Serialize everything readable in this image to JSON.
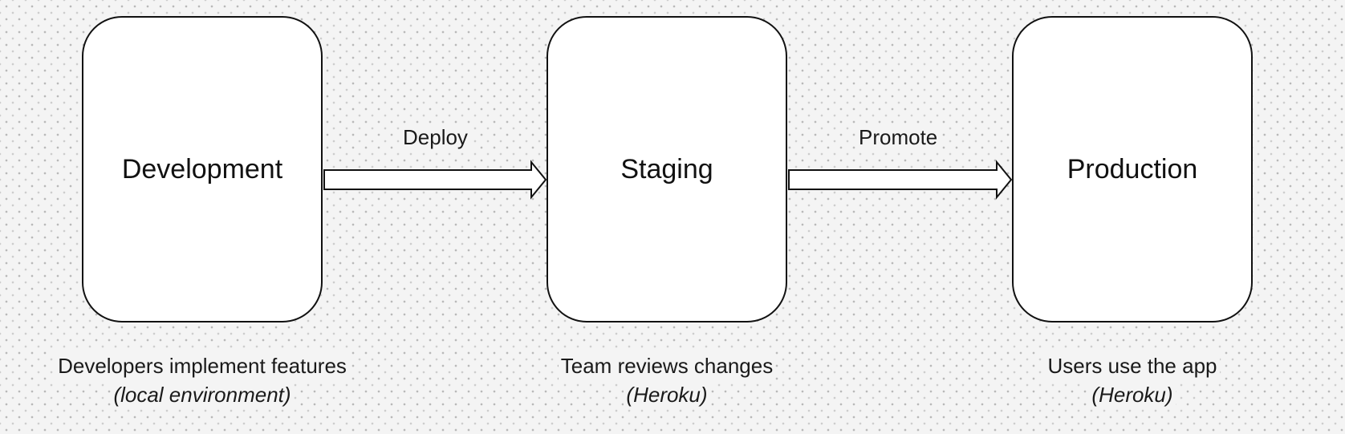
{
  "stages": [
    {
      "title": "Development",
      "caption": "Developers implement features",
      "caption_sub": "(local environment)"
    },
    {
      "title": "Staging",
      "caption": "Team reviews changes",
      "caption_sub": "(Heroku)"
    },
    {
      "title": "Production",
      "caption": "Users use the app",
      "caption_sub": "(Heroku)"
    }
  ],
  "transitions": [
    {
      "label": "Deploy"
    },
    {
      "label": "Promote"
    }
  ]
}
